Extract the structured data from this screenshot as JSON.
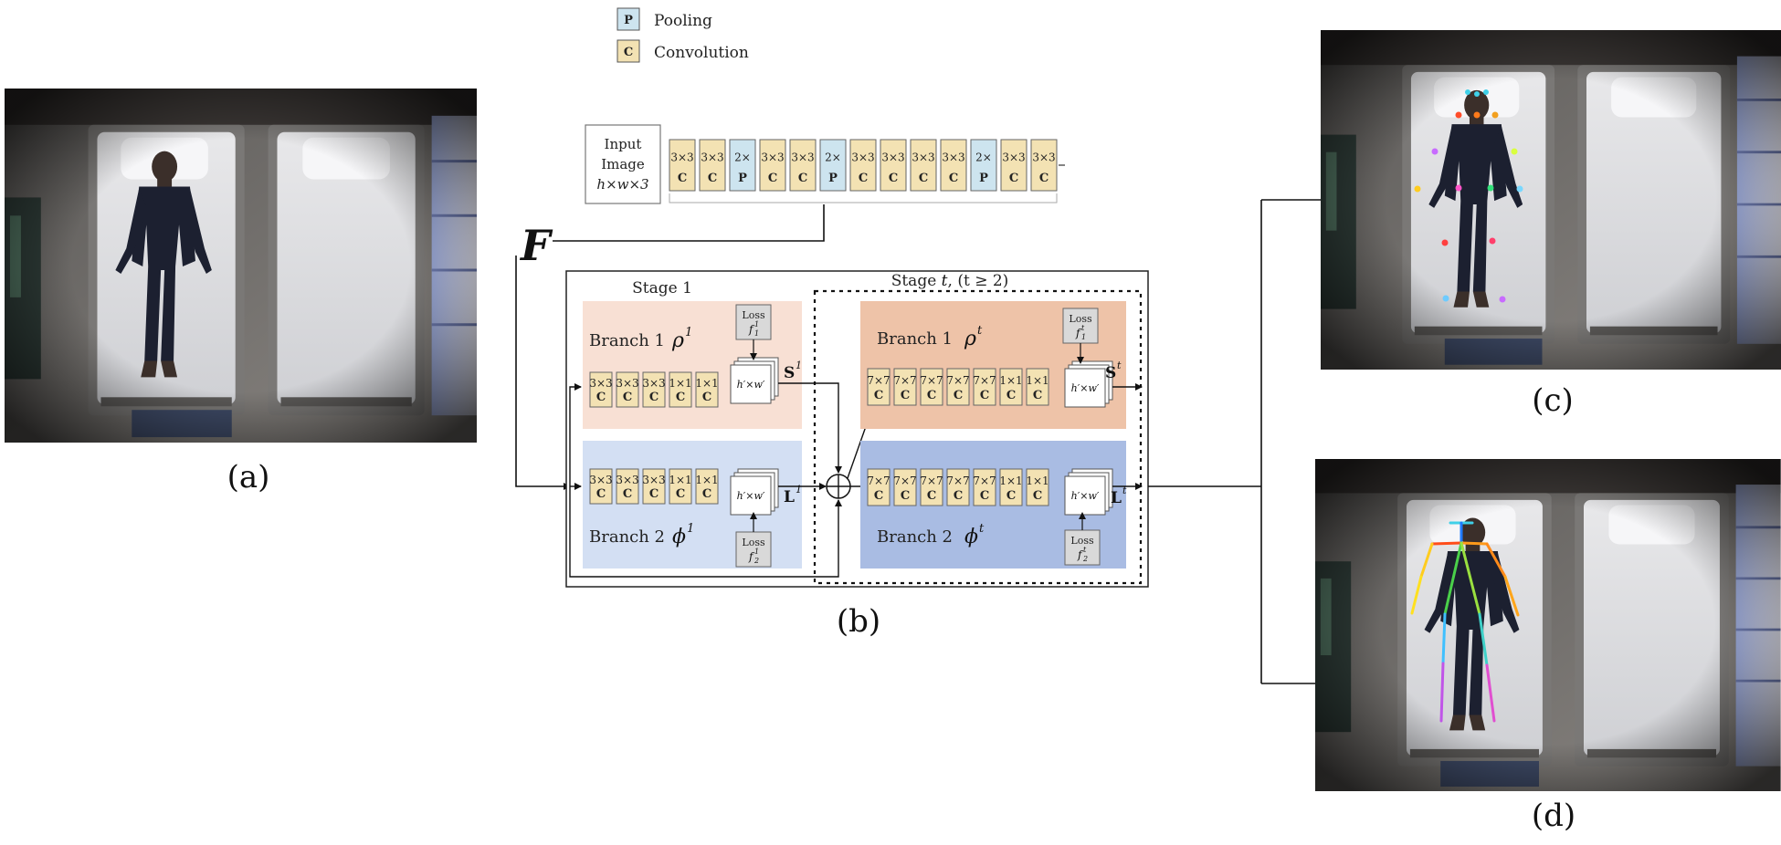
{
  "legend": {
    "pooling": {
      "letter": "P",
      "label": "Pooling"
    },
    "convolution": {
      "letter": "C",
      "label": "Convolution"
    }
  },
  "input_box": {
    "line1": "Input",
    "line2": "Image",
    "line3": "h×w×3"
  },
  "backbone": [
    {
      "top": "3×3",
      "bot": "C"
    },
    {
      "top": "3×3",
      "bot": "C"
    },
    {
      "top": "2×",
      "bot": "P"
    },
    {
      "top": "3×3",
      "bot": "C"
    },
    {
      "top": "3×3",
      "bot": "C"
    },
    {
      "top": "2×",
      "bot": "P"
    },
    {
      "top": "3×3",
      "bot": "C"
    },
    {
      "top": "3×3",
      "bot": "C"
    },
    {
      "top": "3×3",
      "bot": "C"
    },
    {
      "top": "3×3",
      "bot": "C"
    },
    {
      "top": "2×",
      "bot": "P"
    },
    {
      "top": "3×3",
      "bot": "C"
    },
    {
      "top": "3×3",
      "bot": "C"
    }
  ],
  "feature_label": "F",
  "stage1": {
    "title": "Stage 1",
    "branch1": {
      "label": "Branch 1",
      "symbol": "ρ",
      "sup": "1",
      "output": "S",
      "out_sup": "1"
    },
    "branch2": {
      "label": "Branch 2",
      "symbol": "ϕ",
      "sup": "1",
      "output": "L",
      "out_sup": "1"
    },
    "blocks": [
      {
        "top": "3×3",
        "bot": "C"
      },
      {
        "top": "3×3",
        "bot": "C"
      },
      {
        "top": "3×3",
        "bot": "C"
      },
      {
        "top": "1×1",
        "bot": "C"
      },
      {
        "top": "1×1",
        "bot": "C"
      }
    ],
    "map_label": "h′×w′",
    "loss1": {
      "title": "Loss",
      "fn": "f",
      "sub": "1",
      "sup": "1"
    },
    "loss2": {
      "title": "Loss",
      "fn": "f",
      "sub": "2",
      "sup": "1"
    }
  },
  "staget": {
    "title_prefix": "Stage ",
    "title_var": "t",
    "title_cond": ", (t ≥ 2)",
    "branch1": {
      "label": "Branch 1",
      "symbol": "ρ",
      "sup": "t",
      "output": "S",
      "out_sup": "t"
    },
    "branch2": {
      "label": "Branch 2",
      "symbol": "ϕ",
      "sup": "t",
      "output": "L",
      "out_sup": "t"
    },
    "blocks": [
      {
        "top": "7×7",
        "bot": "C"
      },
      {
        "top": "7×7",
        "bot": "C"
      },
      {
        "top": "7×7",
        "bot": "C"
      },
      {
        "top": "7×7",
        "bot": "C"
      },
      {
        "top": "7×7",
        "bot": "C"
      },
      {
        "top": "1×1",
        "bot": "C"
      },
      {
        "top": "1×1",
        "bot": "C"
      }
    ],
    "map_label": "h′×w′",
    "loss1": {
      "title": "Loss",
      "fn": "f",
      "sub": "1",
      "sup": "t"
    },
    "loss2": {
      "title": "Loss",
      "fn": "f",
      "sub": "2",
      "sup": "t"
    }
  },
  "captions": {
    "a": "(a)",
    "b": "(b)",
    "c": "(c)",
    "d": "(d)"
  },
  "colors": {
    "conv": "#f3e2b3",
    "pool": "#cde4ef",
    "branch1_stage1": "#f8e0d4",
    "branch2_stage1": "#d3dff3",
    "branch1_staget": "#eec3a8",
    "branch2_staget": "#a9bce3",
    "loss": "#d9d9d9"
  }
}
